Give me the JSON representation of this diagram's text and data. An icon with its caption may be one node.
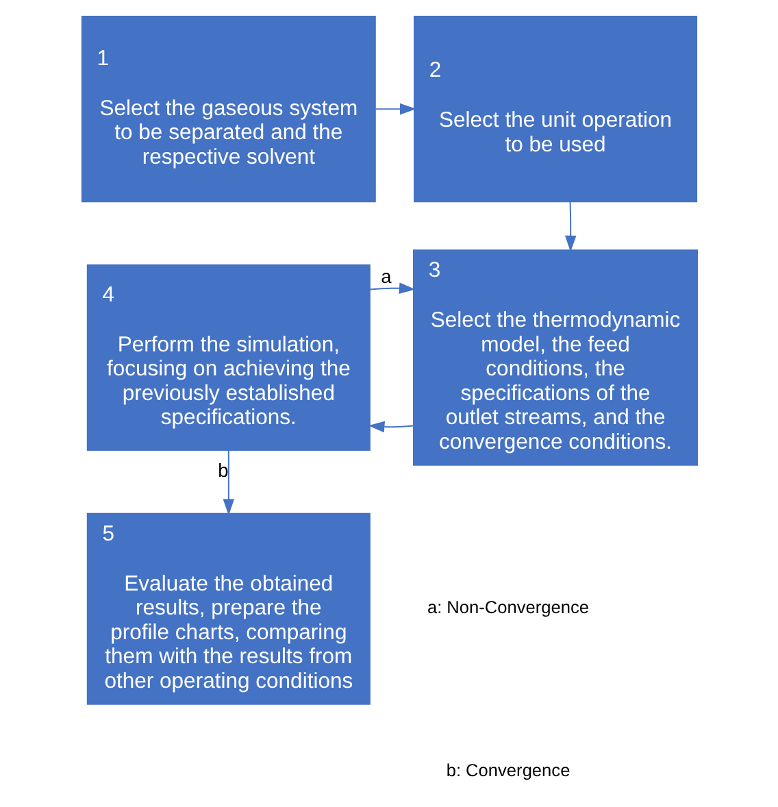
{
  "diagram": {
    "nodes": [
      {
        "text": [
          "1",
          "Select the gaseous system to be separated and the respective solvent"
        ]
      },
      {
        "text": [
          "2",
          "Select the unit operation to be used"
        ]
      },
      {
        "text": [
          "3",
          "Select the thermodynamic model, the feed conditions, the specifications of the outlet streams, and the convergence conditions."
        ]
      },
      {
        "text": [
          "4",
          "Perform the simulation, focusing on achieving the previously established specifications."
        ]
      },
      {
        "text": [
          "5",
          "Evaluate the obtained results, prepare the profile charts, comparing them with the results from other operating conditions"
        ]
      }
    ],
    "edges": [
      {
        "from": 0,
        "to": 1,
        "arrow": "to"
      },
      {
        "from": 1,
        "to": 2,
        "arrow": "to"
      },
      {
        "from": 2,
        "to": 3,
        "arrow": "to"
      },
      {
        "from": 3,
        "to": 2,
        "arrow": "to",
        "label": "a"
      },
      {
        "from": 3,
        "to": 4,
        "arrow": "to",
        "label": "b"
      }
    ],
    "labels": [
      "a: Non-Convergence",
      "b: Convergence"
    ]
  }
}
